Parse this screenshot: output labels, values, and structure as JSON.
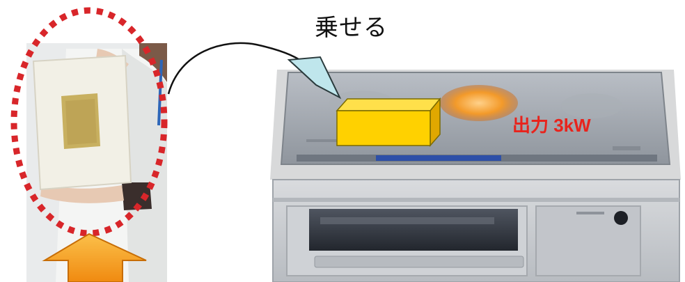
{
  "caption": {
    "place_on": "乗せる",
    "output": "出力 3kW"
  },
  "colors": {
    "output_text": "#e8231c",
    "dotted_ellipse": "#d8262a",
    "up_arrow": "#f7a21b",
    "block_front": "#ffd100",
    "block_top": "#ffe04a",
    "block_side": "#e0a800",
    "callout_fill": "#bfe6ec",
    "stove_body": "#c9ccd1",
    "cooktop_glass": "#9fa5ad",
    "heat_zone": "#f39a2a"
  },
  "icons": {
    "photo": "person-holding-panel-photo",
    "stove": "ih-cooktop-illustration",
    "block": "yellow-block-icon",
    "arrow": "up-arrow-icon"
  }
}
